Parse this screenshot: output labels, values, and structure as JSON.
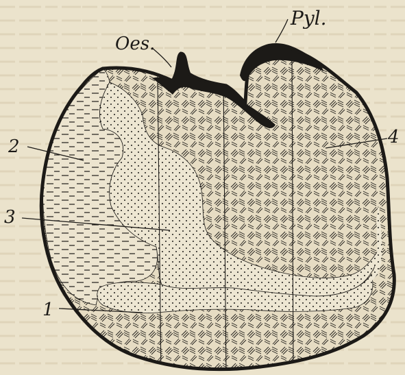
{
  "figure": {
    "colors": {
      "paper": "#ebe3cc",
      "ink": "#1c1a17",
      "dark_region": "#1c1a17"
    },
    "labels": {
      "oes": "Oes.",
      "pyl": "Pyl.",
      "n1": "1",
      "n2": "2",
      "n3": "3",
      "n4": "4"
    },
    "background_text_lines": 27
  }
}
